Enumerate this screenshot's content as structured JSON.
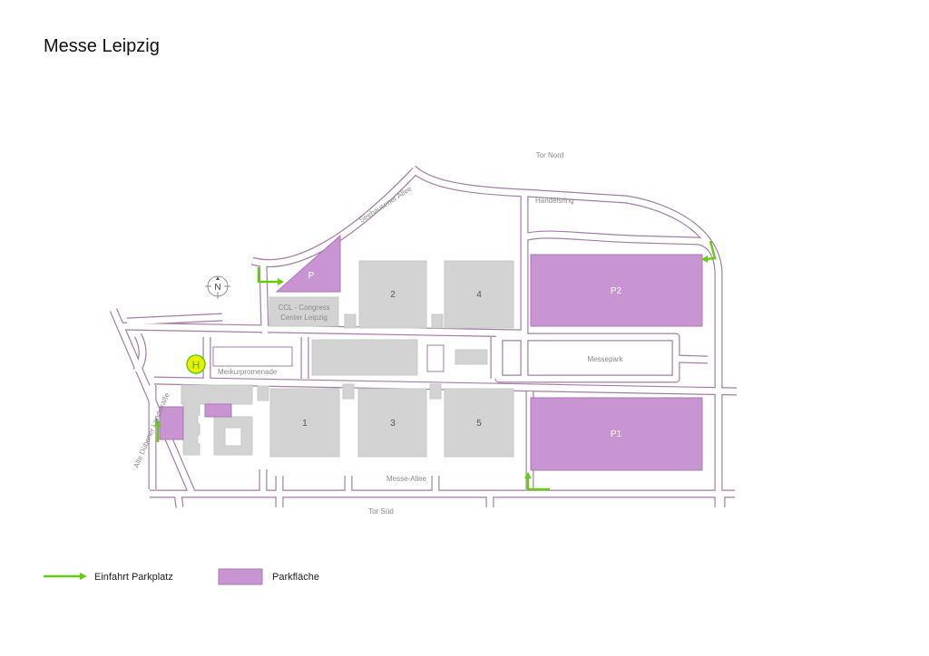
{
  "title": "Messe Leipzig",
  "colors": {
    "road": "#a57ca8",
    "parking": "#c994d2",
    "building": "#d3d3d3",
    "entry_arrow": "#66cc11",
    "helipad": "#e8f000"
  },
  "map": {
    "gates": {
      "north": "Tor Nord",
      "south": "Tor Süd"
    },
    "streets": {
      "handelsring": "Handelsring",
      "seehausener": "Seehausener Allee",
      "messepark": "Messepark",
      "merkurpromenade": "Merkurpromenade",
      "messe_allee": "Messe-Allee",
      "alte_duebener": "Alte Dübener Landstraße"
    },
    "ccl": {
      "line1": "CCL - Congress",
      "line2": "Center Leipzig"
    },
    "halls": [
      "1",
      "2",
      "3",
      "4",
      "5"
    ],
    "parking": {
      "p": "P",
      "p1": "P1",
      "p2": "P2"
    },
    "compass": "N",
    "helipad": "H"
  },
  "legend": {
    "entry": "Einfahrt Parkplatz",
    "parking_area": "Parkfläche"
  }
}
